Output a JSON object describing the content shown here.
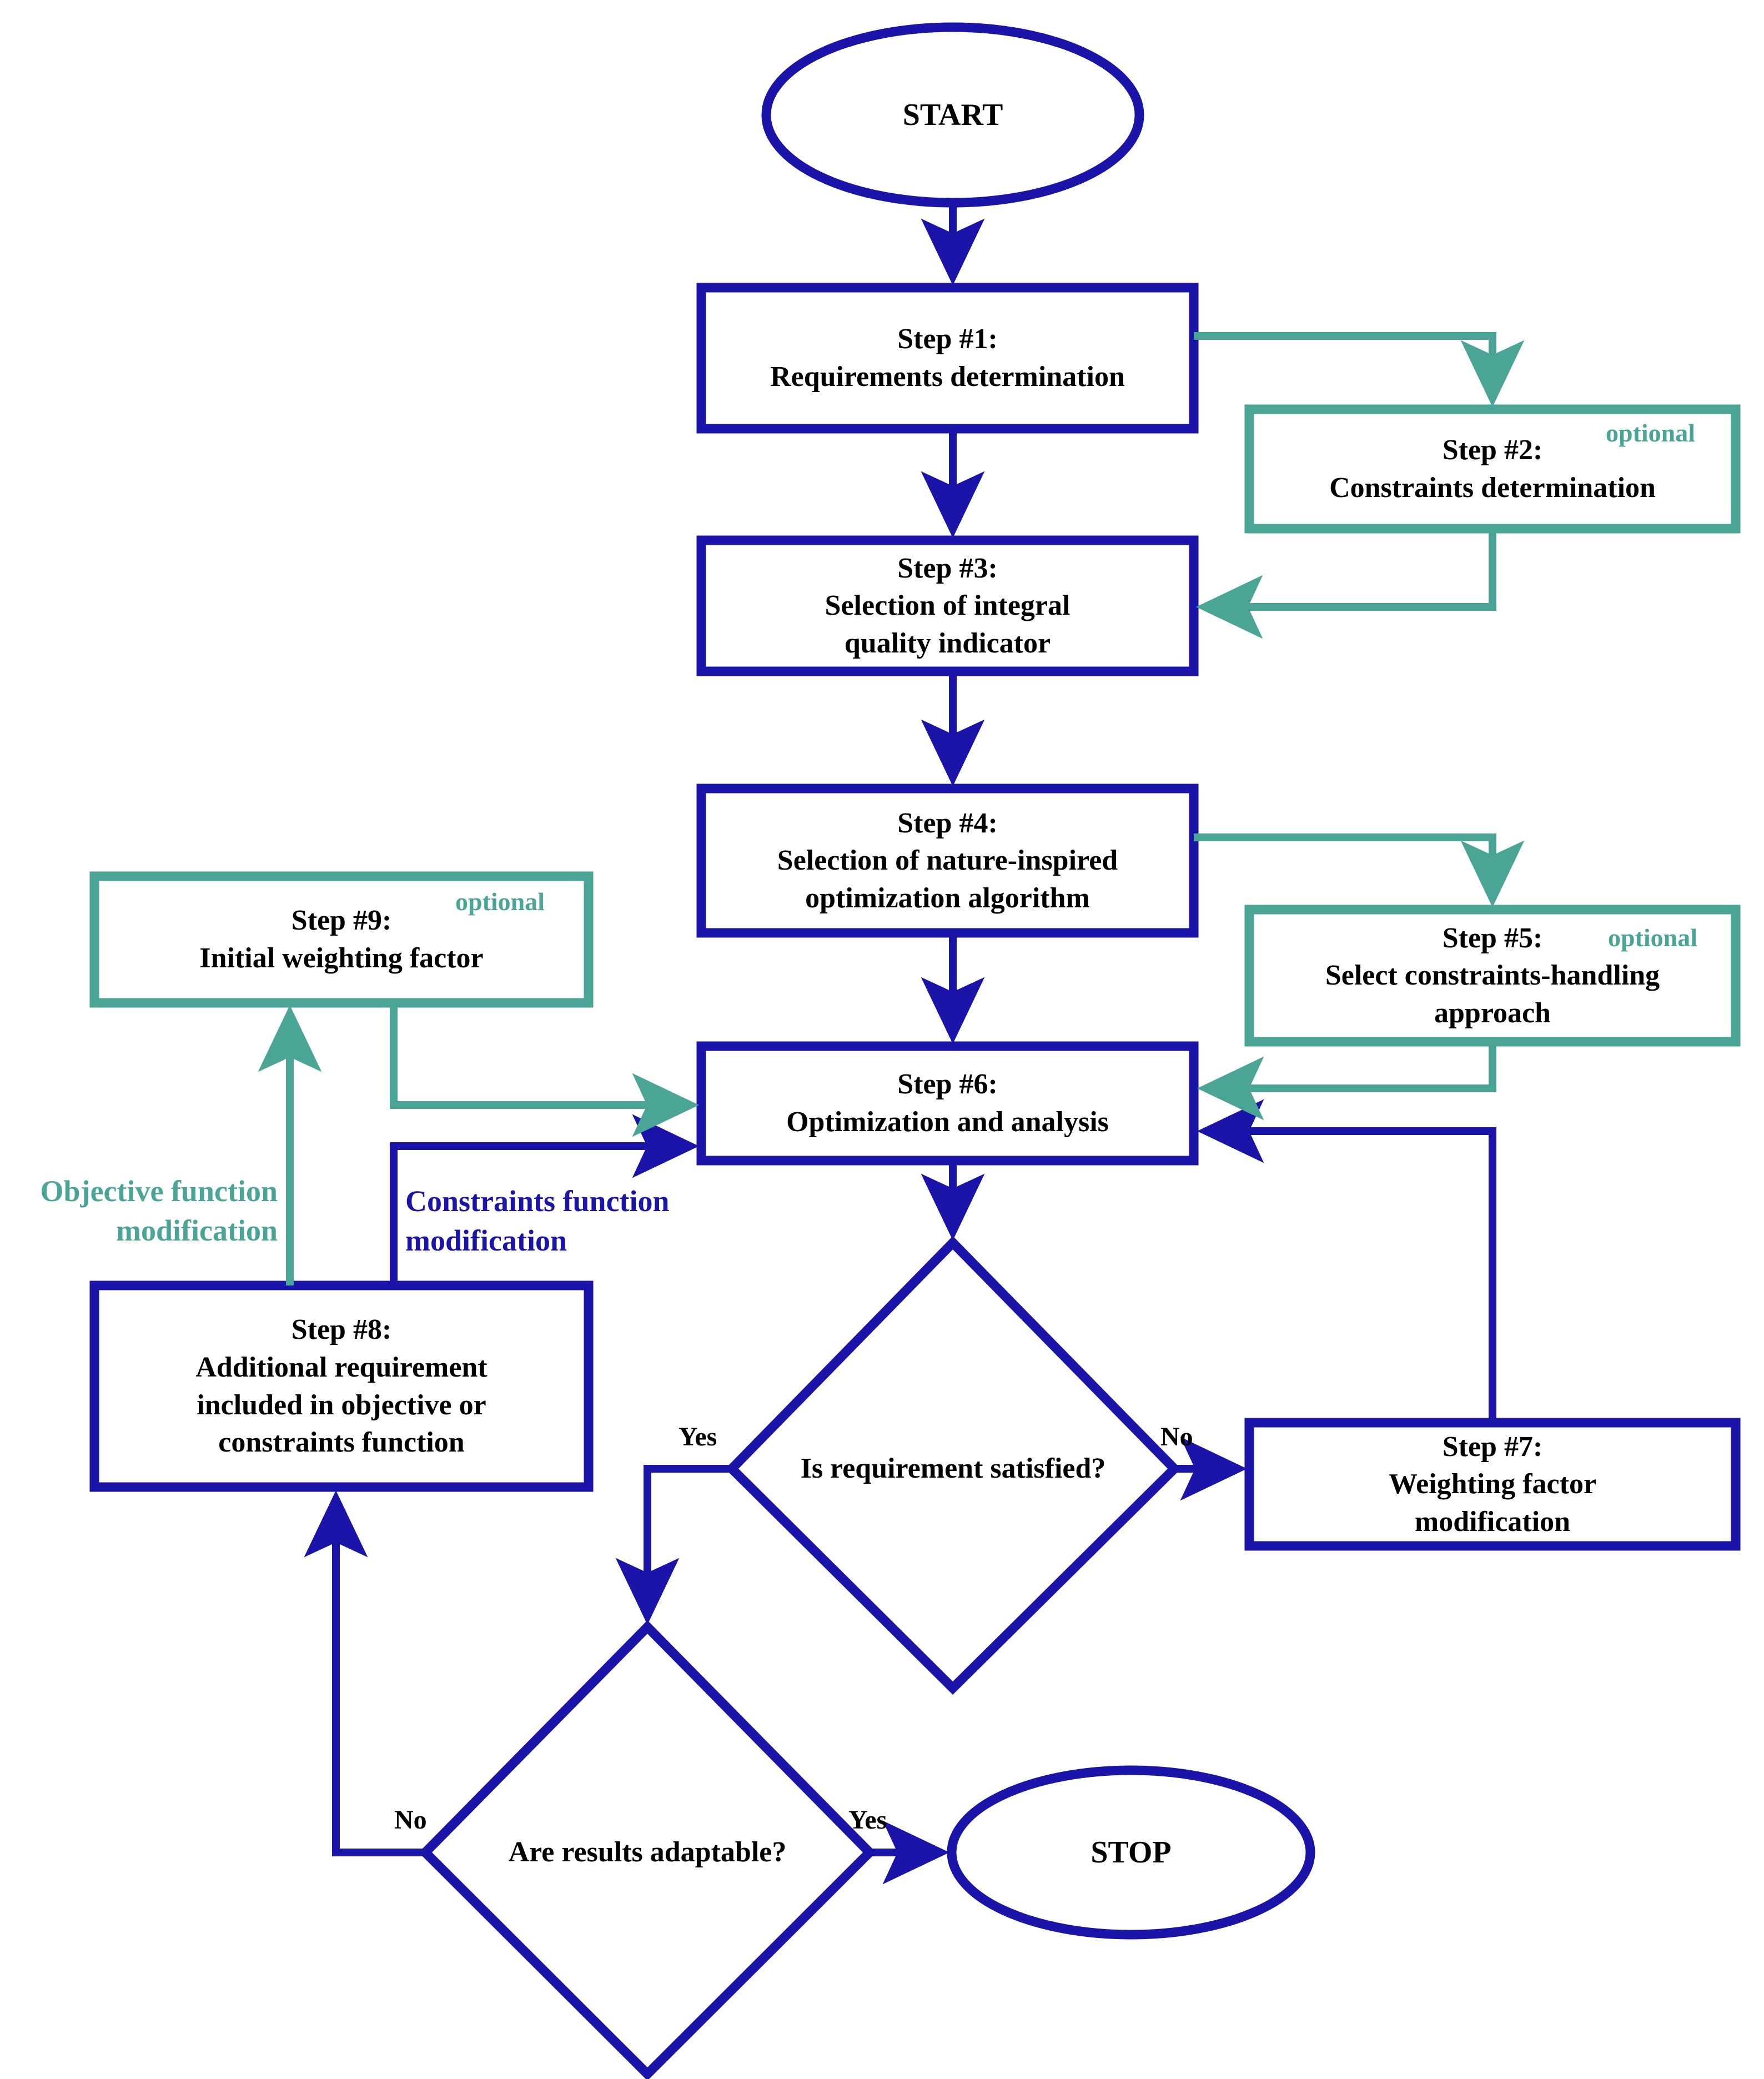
{
  "colors": {
    "navy": "#1A14A8",
    "teal": "#4BA596",
    "text": "#000000",
    "background": "#FFFFFF"
  },
  "terminals": {
    "start": "START",
    "stop": "STOP"
  },
  "optional_tag": "optional",
  "nodes": {
    "step1": {
      "title": "Step #1:",
      "lines": [
        "Requirements determination"
      ]
    },
    "step2": {
      "title": "Step #2:",
      "lines": [
        "Constraints determination"
      ],
      "optional": true
    },
    "step3": {
      "title": "Step #3:",
      "lines": [
        "Selection of integral",
        "quality indicator"
      ]
    },
    "step4": {
      "title": "Step #4:",
      "lines": [
        "Selection of nature-inspired",
        "optimization algorithm"
      ]
    },
    "step5": {
      "title": "Step #5:",
      "lines": [
        "Select constraints-handling",
        "approach"
      ],
      "optional": true
    },
    "step6": {
      "title": "Step #6:",
      "lines": [
        "Optimization and analysis"
      ]
    },
    "step7": {
      "title": "Step #7:",
      "lines": [
        "Weighting factor",
        "modification"
      ]
    },
    "step8": {
      "title": "Step #8:",
      "lines": [
        "Additional requirement",
        "included in objective or",
        "constraints function"
      ]
    },
    "step9": {
      "title": "Step #9:",
      "lines": [
        "Initial weighting factor"
      ],
      "optional": true
    }
  },
  "decisions": {
    "requirement": "Is requirement satisfied?",
    "adaptable": "Are results adaptable?"
  },
  "edge_labels": {
    "requirement_yes": "Yes",
    "requirement_no": "No",
    "adaptable_no": "No",
    "adaptable_yes": "Yes"
  },
  "route_labels": {
    "objective": [
      "Objective function",
      "modification"
    ],
    "constraints": [
      "Constraints function",
      "modification"
    ]
  }
}
